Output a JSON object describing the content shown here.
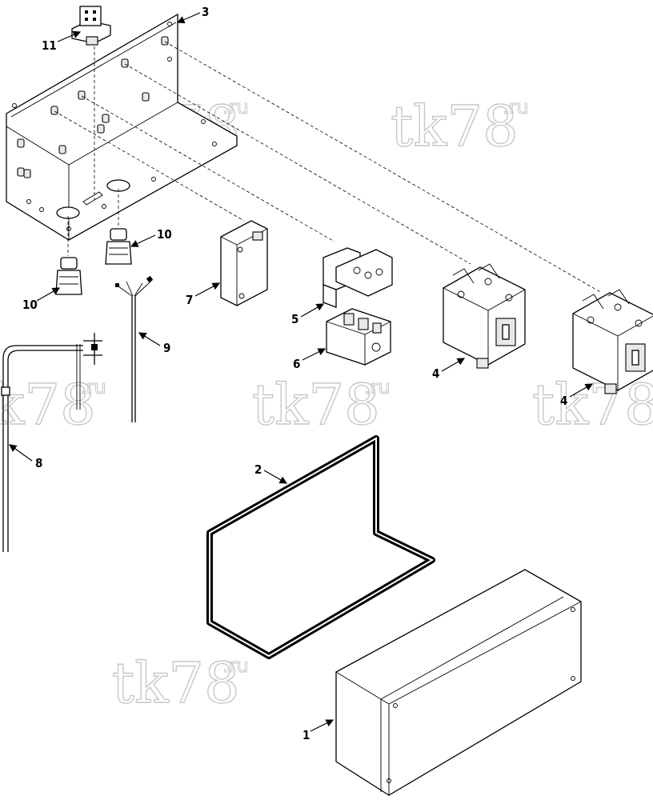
{
  "watermark": {
    "text": "tk78",
    "suffix": ".ru"
  },
  "callouts": {
    "c1": "1",
    "c2": "2",
    "c3": "3",
    "c4a": "4",
    "c4b": "4",
    "c5": "5",
    "c6": "6",
    "c7": "7",
    "c8": "8",
    "c9": "9",
    "c10a": "10",
    "c10b": "10",
    "c11": "11"
  }
}
